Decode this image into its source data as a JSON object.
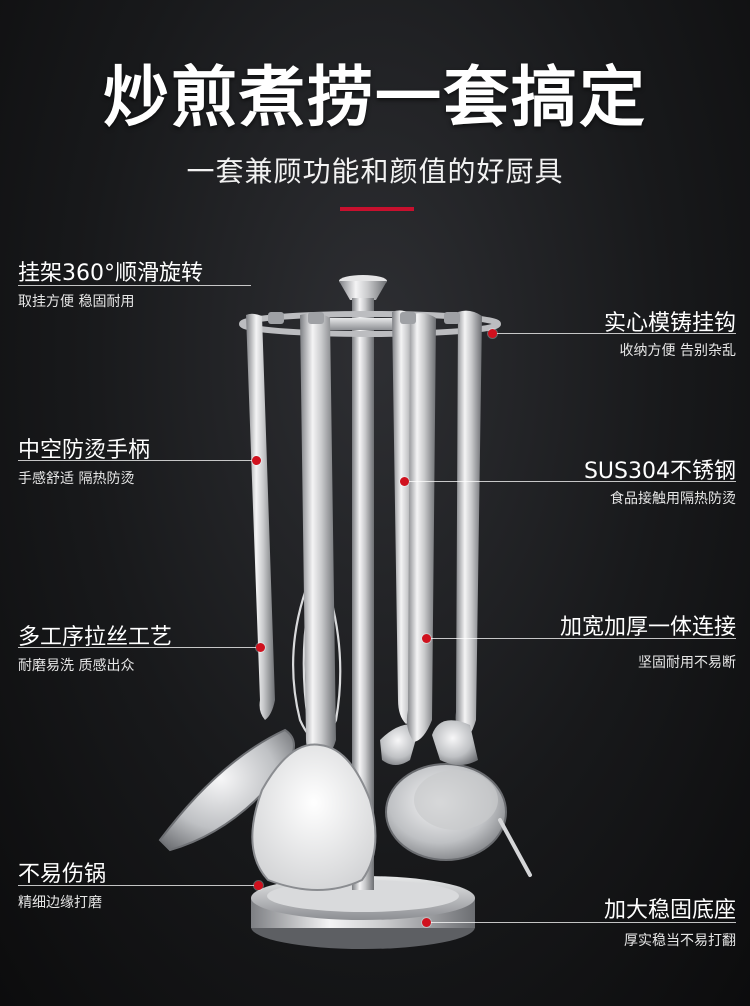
{
  "headline": "炒煎煮捞一套搞定",
  "subline": "一套兼顾功能和颜值的好厨具",
  "accent_color": "#c8102e",
  "features": [
    {
      "title": "挂架360°顺滑旋转",
      "desc": "取挂方便 稳固耐用"
    },
    {
      "title": "实心模铸挂钩",
      "desc": "收纳方便 告别杂乱"
    },
    {
      "title": "中空防烫手柄",
      "desc": "手感舒适 隔热防烫"
    },
    {
      "title": "SUS304不锈钢",
      "desc": "食品接触用隔热防烫"
    },
    {
      "title": "多工序拉丝工艺",
      "desc": "耐磨易洗 质感出众"
    },
    {
      "title": "加宽加厚一体连接",
      "desc": "坚固耐用不易断"
    },
    {
      "title": "不易伤锅",
      "desc": "精细边缘打磨"
    },
    {
      "title": "加大稳固底座",
      "desc": "厚实稳当不易打翻"
    }
  ]
}
